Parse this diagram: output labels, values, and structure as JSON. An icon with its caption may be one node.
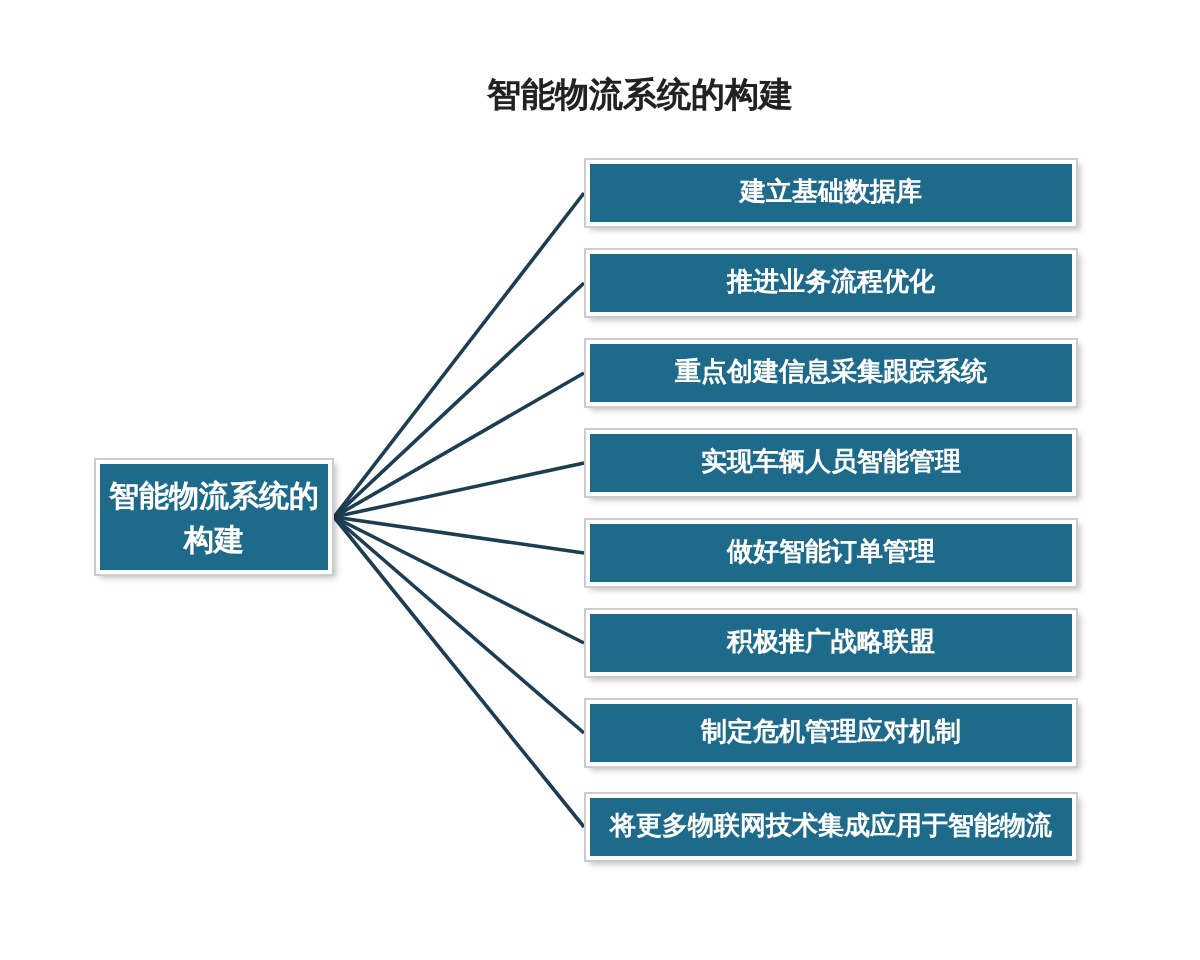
{
  "diagram": {
    "title": "智能物流系统的构建",
    "nodes": [
      {
        "text": [
          "智能物流系统的构建"
        ]
      },
      {
        "text": [
          "建立基础数据库"
        ]
      },
      {
        "text": [
          "推进业务流程优化"
        ]
      },
      {
        "text": [
          "重点创建信息采集跟踪系统"
        ]
      },
      {
        "text": [
          "实现车辆人员智能管理"
        ]
      },
      {
        "text": [
          "做好智能订单管理"
        ]
      },
      {
        "text": [
          "积极推广战略联盟"
        ]
      },
      {
        "text": [
          "制定危机管理应对机制"
        ]
      },
      {
        "text": [
          "将更多物联网技术集成应用于智能物流"
        ]
      }
    ],
    "edges": [
      {
        "from": 0,
        "to": 1,
        "arrow": "none"
      },
      {
        "from": 0,
        "to": 2,
        "arrow": "none"
      },
      {
        "from": 0,
        "to": 3,
        "arrow": "none"
      },
      {
        "from": 0,
        "to": 4,
        "arrow": "none"
      },
      {
        "from": 0,
        "to": 5,
        "arrow": "none"
      },
      {
        "from": 0,
        "to": 6,
        "arrow": "none"
      },
      {
        "from": 0,
        "to": 7,
        "arrow": "none"
      },
      {
        "from": 0,
        "to": 8,
        "arrow": "none"
      }
    ]
  }
}
